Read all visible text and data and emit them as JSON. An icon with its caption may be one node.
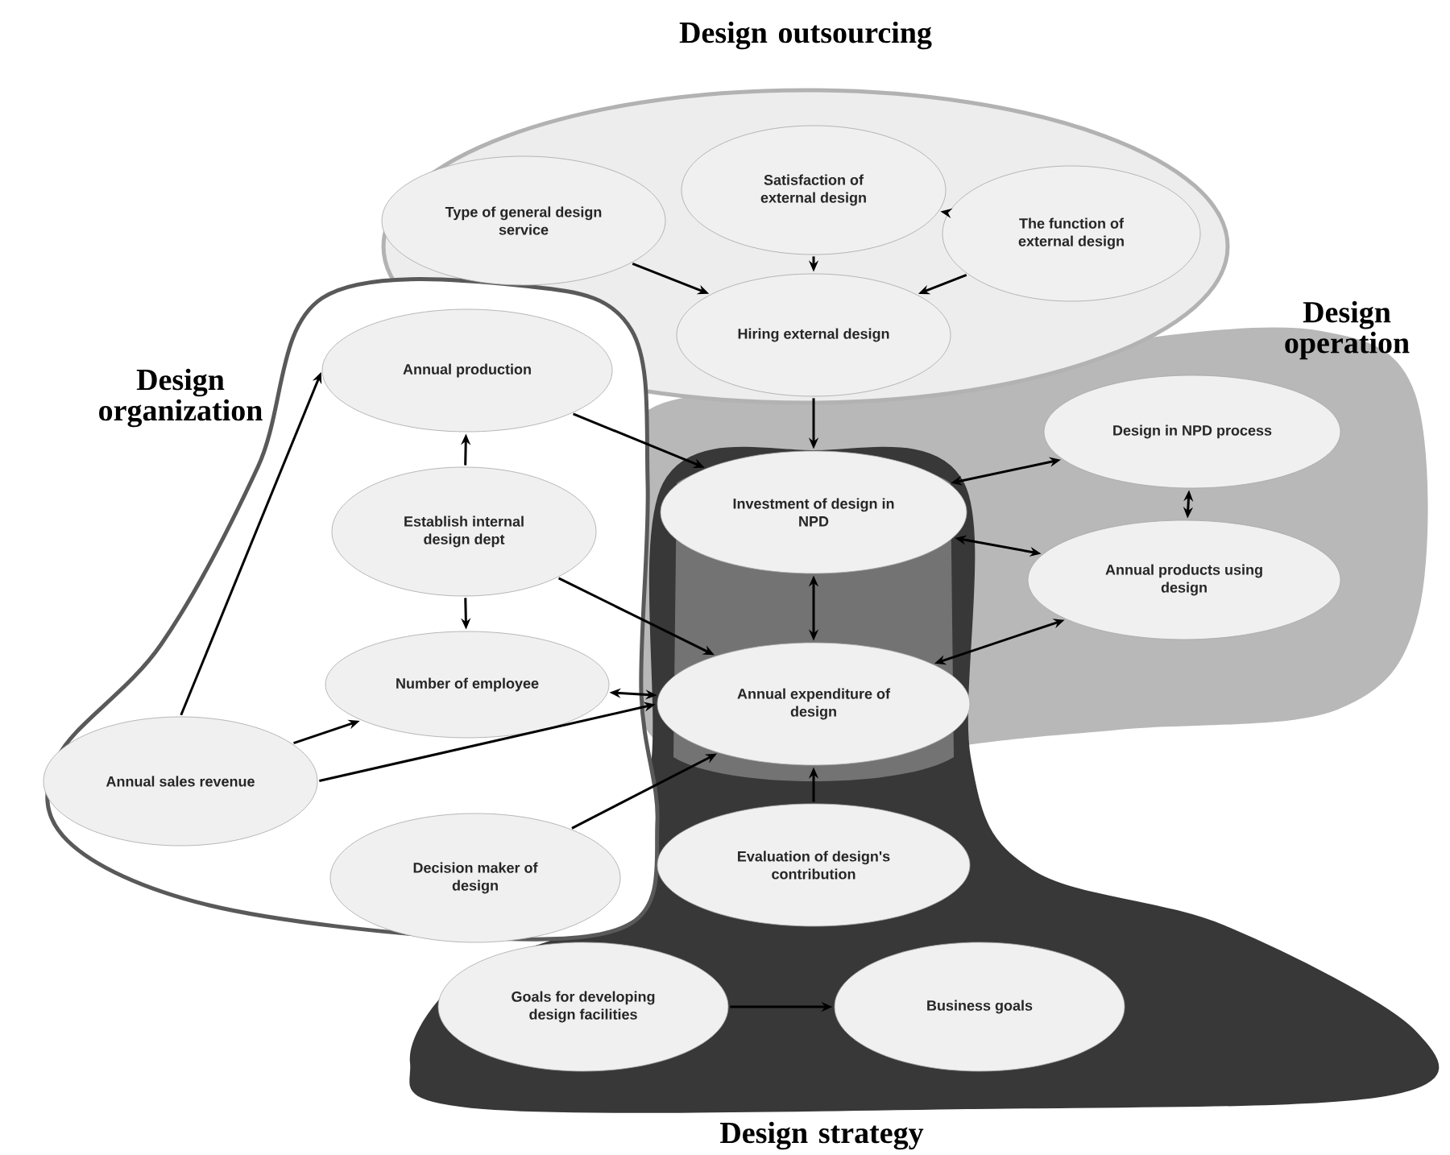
{
  "diagram": {
    "nodes": [
      {
        "text": [
          "Design outsourcing"
        ]
      },
      {
        "text": [
          "Satisfaction of external design"
        ],
        "in": 0
      },
      {
        "text": [
          "Type of general design service"
        ],
        "in": 0
      },
      {
        "text": [
          "The function of external design"
        ],
        "in": 0
      },
      {
        "text": [
          "Hiring external design"
        ],
        "in": 0
      },
      {
        "text": [
          "Design organization"
        ]
      },
      {
        "text": [
          "Annual production"
        ],
        "in": 5
      },
      {
        "text": [
          "Establish internal design dept"
        ],
        "in": 5
      },
      {
        "text": [
          "Number of employee"
        ],
        "in": 5
      },
      {
        "text": [
          "Annual sales revenue"
        ],
        "in": 5
      },
      {
        "text": [
          "Decision maker of design"
        ],
        "in": 5
      },
      {
        "text": [
          "Design operation"
        ]
      },
      {
        "text": [
          "Design in NPD process"
        ],
        "in": 11
      },
      {
        "text": [
          "Investment of design in NPD"
        ]
      },
      {
        "text": [
          "Annual products using design"
        ],
        "in": 11
      },
      {
        "text": [
          "Annual expenditure of design"
        ]
      },
      {
        "text": [
          "Design strategy"
        ]
      },
      {
        "text": [
          "Evaluation of design's contribution"
        ],
        "in": 16
      },
      {
        "text": [
          "Goals for developing design facilities"
        ],
        "in": 16
      },
      {
        "text": [
          "Business goals"
        ],
        "in": 16
      }
    ],
    "edges": [
      {
        "from": 3,
        "to": 1,
        "arrow": "to"
      },
      {
        "from": 2,
        "to": 4,
        "arrow": "to"
      },
      {
        "from": 1,
        "to": 4,
        "arrow": "to"
      },
      {
        "from": 3,
        "to": 4,
        "arrow": "to"
      },
      {
        "from": 4,
        "to": 13,
        "arrow": "to"
      },
      {
        "from": 6,
        "to": 13,
        "arrow": "to"
      },
      {
        "from": 7,
        "to": 6,
        "arrow": "to"
      },
      {
        "from": 7,
        "to": 8,
        "arrow": "to"
      },
      {
        "from": 7,
        "to": 15,
        "arrow": "to"
      },
      {
        "from": 9,
        "to": 6,
        "arrow": "to"
      },
      {
        "from": 9,
        "to": 8,
        "arrow": "to"
      },
      {
        "from": 9,
        "to": 15,
        "arrow": "to"
      },
      {
        "from": 10,
        "to": 15,
        "arrow": "to"
      },
      {
        "from": 8,
        "to": 15,
        "arrow": "both"
      },
      {
        "from": 13,
        "to": 12,
        "arrow": "both"
      },
      {
        "from": 13,
        "to": 14,
        "arrow": "both"
      },
      {
        "from": 12,
        "to": 14,
        "arrow": "both"
      },
      {
        "from": 13,
        "to": 15,
        "arrow": "both"
      },
      {
        "from": 15,
        "to": 14,
        "arrow": "both"
      },
      {
        "from": 17,
        "to": 15,
        "arrow": "to"
      },
      {
        "from": 18,
        "to": 19,
        "arrow": "to"
      }
    ]
  }
}
